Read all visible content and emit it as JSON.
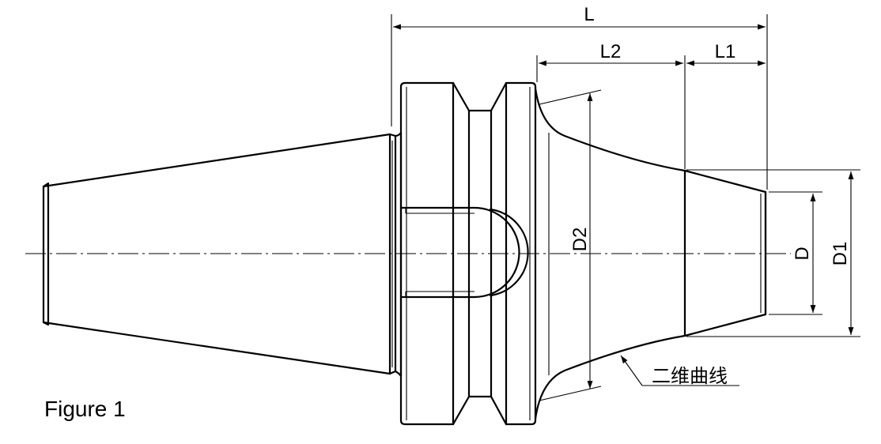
{
  "figure": {
    "caption": "Figure 1"
  },
  "dimensions": {
    "overall_length": "L",
    "length_1": "L1",
    "length_2": "L2",
    "diameter_d": "D",
    "diameter_d1": "D1",
    "diameter_d2": "D2"
  },
  "annotation": {
    "curve_note": "二维曲线"
  },
  "colors": {
    "line": "#000000",
    "background": "#ffffff"
  }
}
